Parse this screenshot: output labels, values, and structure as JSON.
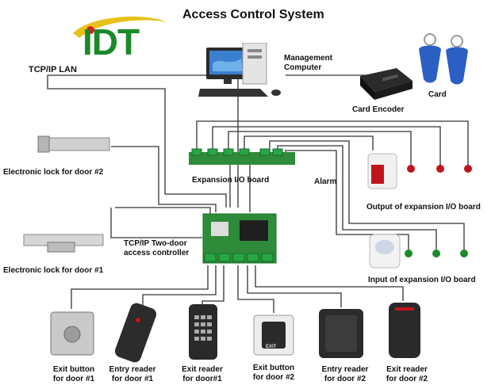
{
  "title": "Access Control System",
  "logo": {
    "text": "IDT",
    "colors": {
      "i": "#1a8a2a",
      "dt": "#1a8a2a",
      "swoosh": "#e8c11a",
      "dot": "#e01b1b"
    }
  },
  "labels": {
    "tcp_ip_lan": "TCP/IP LAN",
    "management_computer": [
      "Management",
      "Computer"
    ],
    "card_encoder": "Card Encoder",
    "card": "Card",
    "lock_door2": "Electronic lock for door #2",
    "expansion_board": "Expansion I/O board",
    "alarm": "Alarm",
    "output_expansion": "Output of expansion I/O board",
    "controller": [
      "TCP/IP Two-door",
      "access controller"
    ],
    "lock_door1": "Electronic lock for door #1",
    "input_expansion": "Input of expansion I/O board"
  },
  "devices": [
    {
      "line1": "Exit button",
      "line2": "for door #1"
    },
    {
      "line1": "Entry reader",
      "line2": "for door #1"
    },
    {
      "line1": "Exit reader",
      "line2": "for door#1"
    },
    {
      "line1": "Exit button",
      "line2": "for door #2"
    },
    {
      "line1": "Entry reader",
      "line2": "for door #2"
    },
    {
      "line1": "Exit reader",
      "line2": "for door #2"
    }
  ],
  "exit_button_text": "EXIT",
  "colors": {
    "wire": "#333333",
    "board": "#2e8b3a",
    "terminal": "#27a642",
    "led_red": "#c0141b",
    "led_green": "#1d8a2c"
  }
}
